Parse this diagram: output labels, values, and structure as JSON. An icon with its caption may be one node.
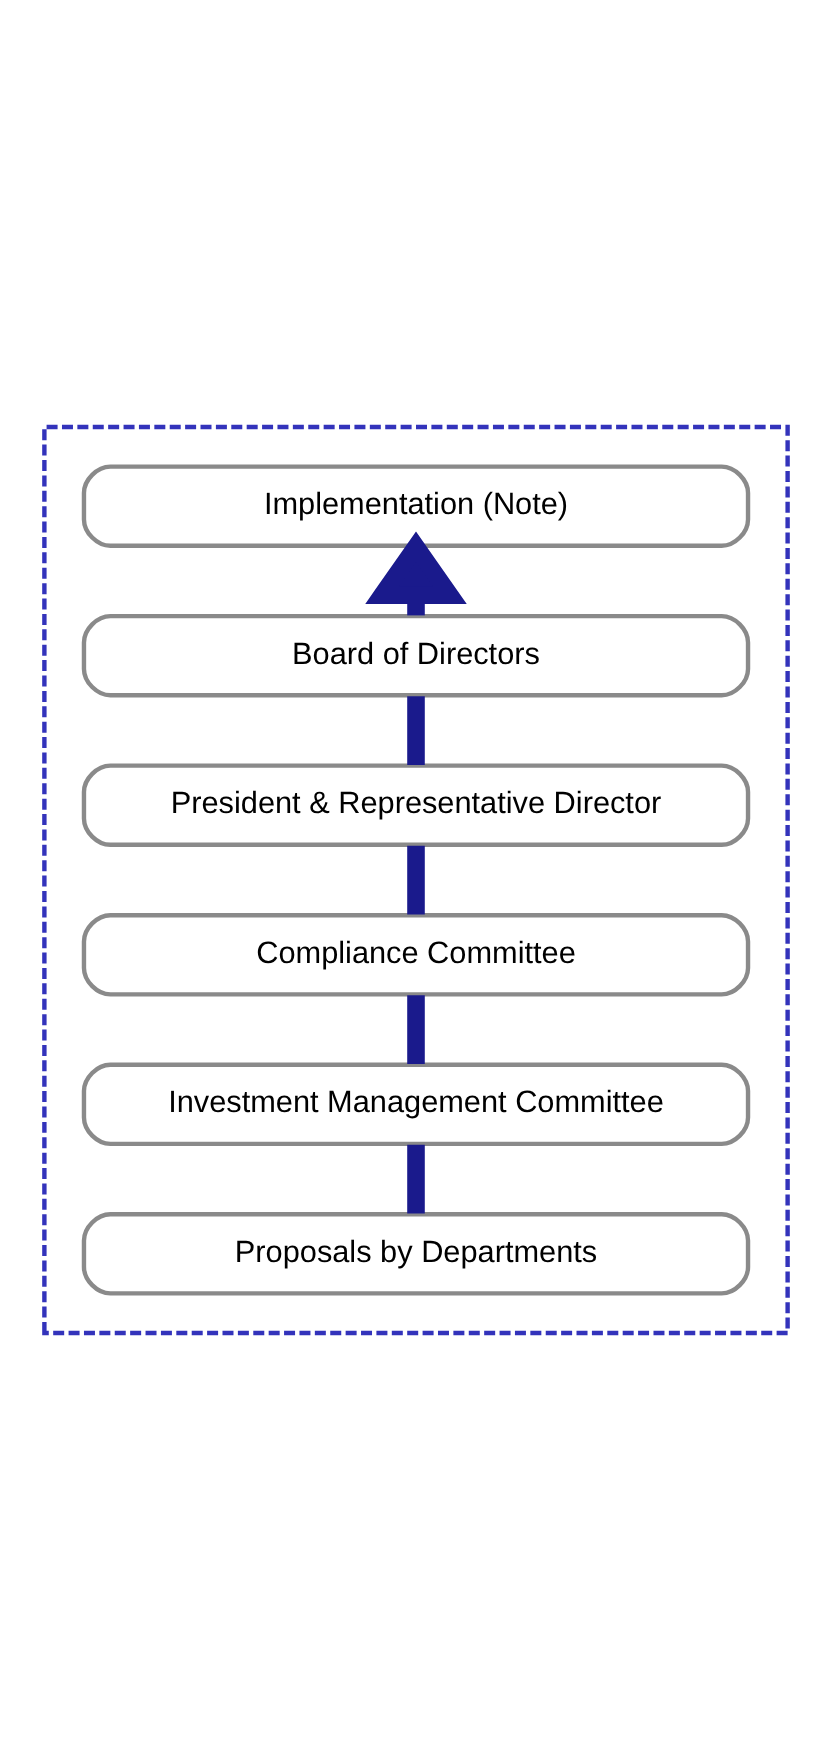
{
  "diagram": {
    "nodes": [
      {
        "text": [],
        "shape": "box"
      },
      {
        "text": [
          "Implementation (Note)"
        ],
        "in": 0
      },
      {
        "text": [
          "Board of Directors"
        ],
        "in": 0
      },
      {
        "text": [
          "President & Representative Director"
        ],
        "in": 0
      },
      {
        "text": [
          "Compliance Committee"
        ],
        "in": 0
      },
      {
        "text": [
          "Investment Management Committee"
        ],
        "in": 0
      },
      {
        "text": [
          "Proposals by Departments"
        ],
        "in": 0
      }
    ],
    "edges": [
      {
        "from": 6,
        "to": 5,
        "arrow": "none"
      },
      {
        "from": 5,
        "to": 4,
        "arrow": "none"
      },
      {
        "from": 4,
        "to": 3,
        "arrow": "none"
      },
      {
        "from": 3,
        "to": 2,
        "arrow": "none"
      },
      {
        "from": 2,
        "to": 1,
        "arrow": "to"
      }
    ]
  }
}
